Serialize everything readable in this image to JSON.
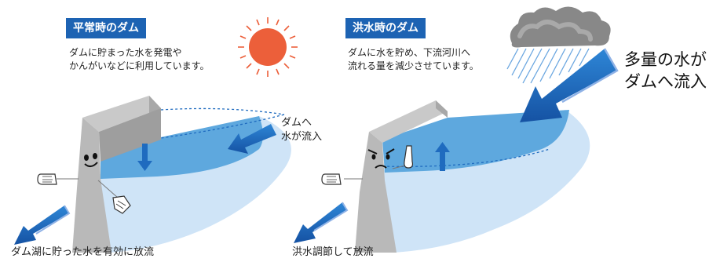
{
  "normal": {
    "title": "平常時のダム",
    "desc_line1": "ダムに貯まった水を発電や",
    "desc_line2": "かんがいなどに利用しています。",
    "inflow_label_1": "ダムへ",
    "inflow_label_2": "水が流入",
    "release_label": "ダム湖に貯った水を有効に放流"
  },
  "flood": {
    "title": "洪水時のダム",
    "desc_line1": "ダムに水を貯め、下流河川へ",
    "desc_line2": "流れる量を減少させています。",
    "inflow_label_1": "多量の水が",
    "inflow_label_2": "ダムへ流入",
    "release_label": "洪水調節して放流"
  },
  "icons": [
    "sun-icon",
    "rain-cloud-icon",
    "happy-face-icon",
    "angry-face-icon",
    "glove-hand-icon"
  ],
  "colors": {
    "tag_bg": "#1d63b3",
    "arrow_blue": "#1f6bbf",
    "water_light": "#cfe4f7",
    "water_mid": "#5ea8de",
    "dam_gray": "#b9b9b9",
    "sun": "#ec5f3a"
  }
}
